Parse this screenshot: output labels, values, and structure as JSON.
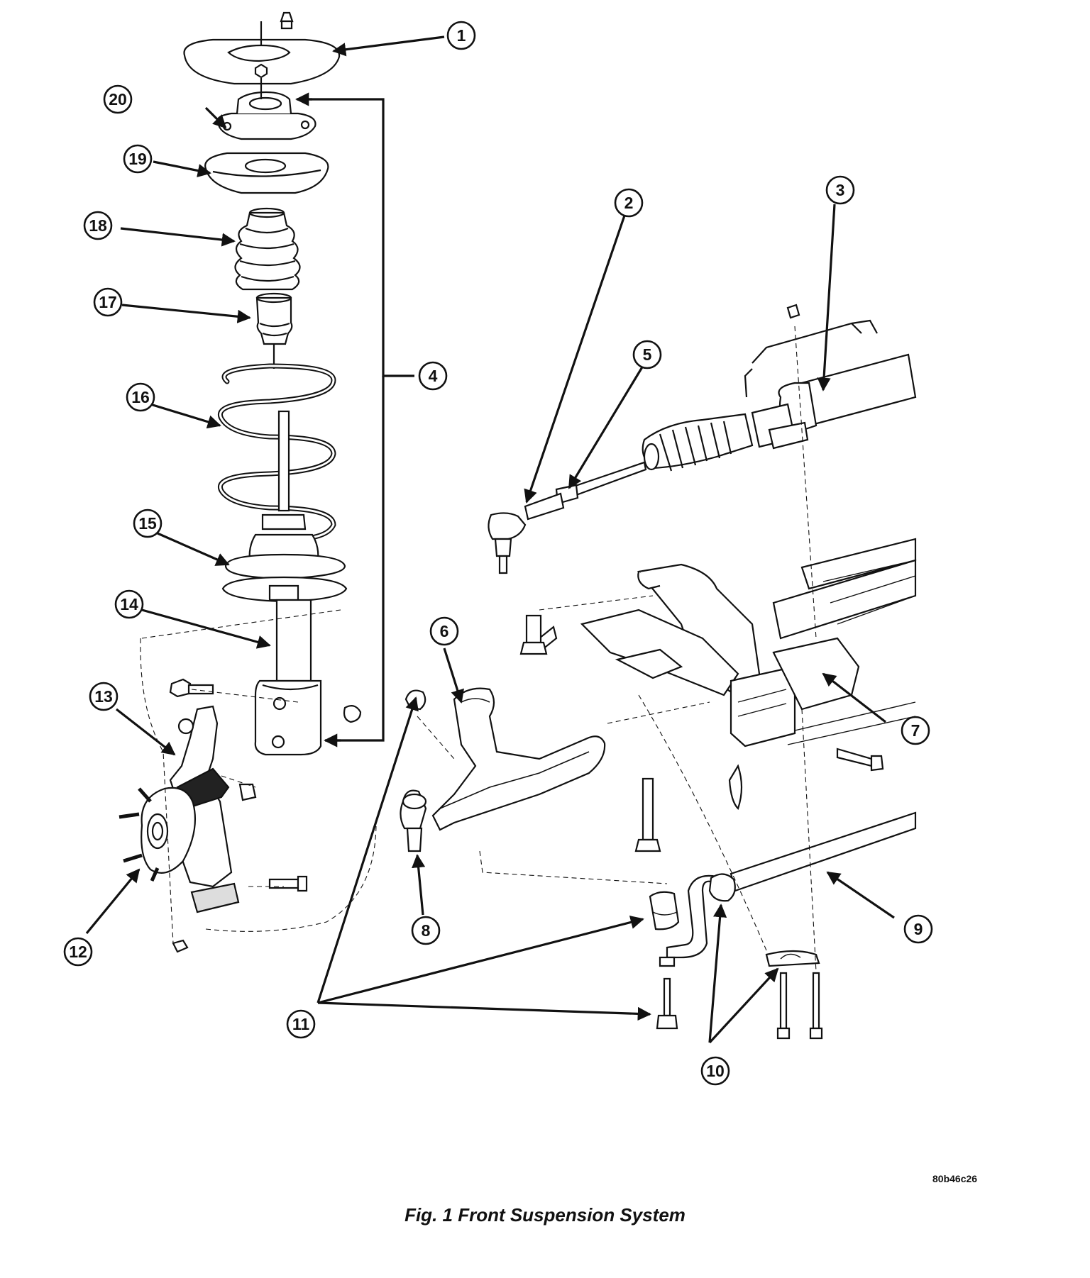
{
  "callouts": [
    "1",
    "2",
    "3",
    "4",
    "5",
    "6",
    "7",
    "8",
    "9",
    "10",
    "11",
    "12",
    "13",
    "14",
    "15",
    "16",
    "17",
    "18",
    "19",
    "20"
  ],
  "drawing_code": "80b46c26",
  "caption": "Fig. 1 Front Suspension System"
}
